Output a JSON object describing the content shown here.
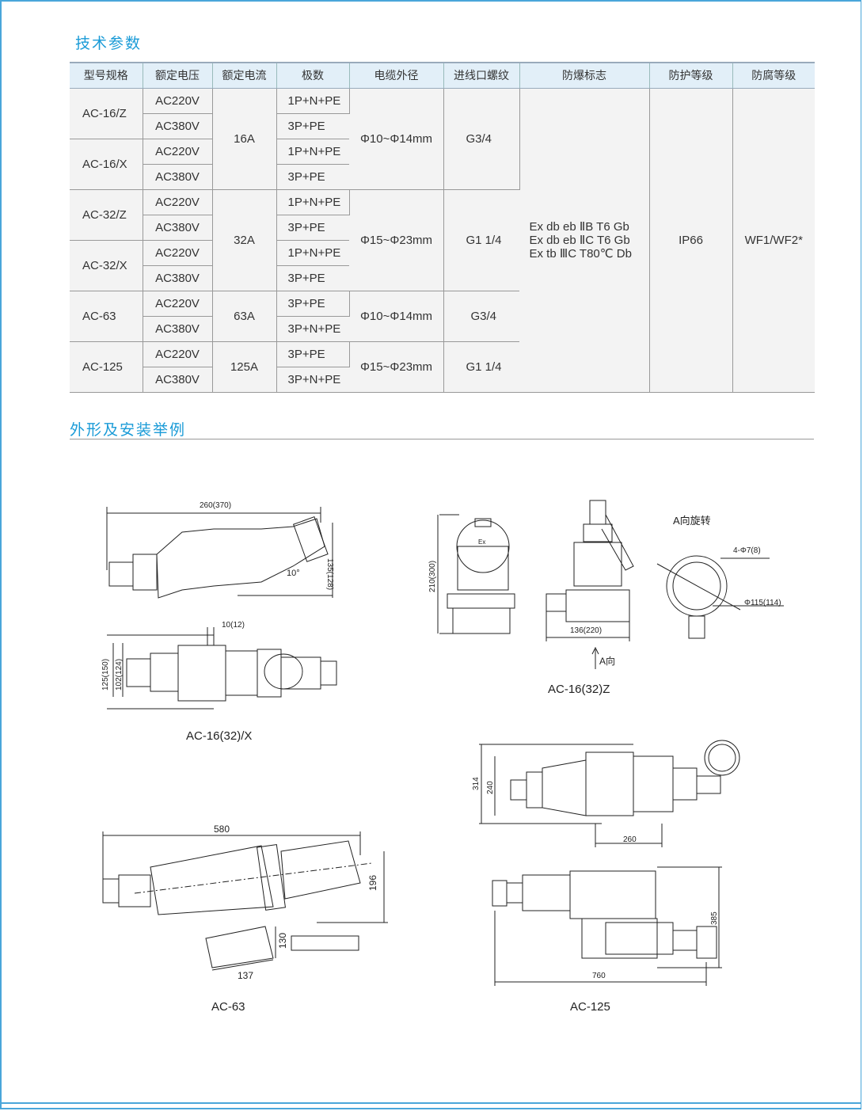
{
  "sections": {
    "specs": "技术参数",
    "outline": "外形及安装举例"
  },
  "table": {
    "headers": [
      "型号规格",
      "额定电压",
      "额定电流",
      "极数",
      "电缆外径",
      "进线口螺纹",
      "防爆标志",
      "防护等级",
      "防腐等级"
    ],
    "models": [
      "AC-16/Z",
      "AC-16/X",
      "AC-32/Z",
      "AC-32/X",
      "AC-63",
      "AC-125"
    ],
    "voltages": [
      "AC220V",
      "AC380V",
      "AC220V",
      "AC380V",
      "AC220V",
      "AC380V",
      "AC220V",
      "AC380V",
      "AC220V",
      "AC380V",
      "AC220V",
      "AC380V"
    ],
    "poles": [
      "1P+N+PE",
      "3P+PE",
      "1P+N+PE",
      "3P+PE",
      "1P+N+PE",
      "3P+PE",
      "1P+N+PE",
      "3P+PE",
      "3P+PE",
      "3P+N+PE",
      "3P+PE",
      "3P+N+PE"
    ],
    "currents": [
      "16A",
      "32A",
      "63A",
      "125A"
    ],
    "cables": [
      "Φ10~Φ14mm",
      "Φ15~Φ23mm",
      "Φ10~Φ14mm",
      "Φ15~Φ23mm"
    ],
    "threads": [
      "G3/4",
      "G1 1/4",
      "G3/4",
      "G1 1/4"
    ],
    "ex_marks": [
      "Ex db eb ⅡB T6 Gb",
      "Ex db eb ⅡC T6 Gb",
      "Ex tb ⅢC T80℃ Db"
    ],
    "ip": "IP66",
    "anticorrosion": "WF1/WF2*"
  },
  "drawings": {
    "x": {
      "caption": "AC-16(32)/X",
      "dims": [
        "260(370)",
        "135(128)",
        "10°",
        "10(12)",
        "125(150)",
        "102(124)"
      ]
    },
    "z": {
      "caption": "AC-16(32)Z",
      "dims": [
        "210(300)",
        "136(220)",
        "A向",
        "A向旋转",
        "4-Φ7(8)",
        "Φ115(114)",
        "Ex"
      ]
    },
    "ac63": {
      "caption": "AC-63",
      "dims": [
        "580",
        "196",
        "130",
        "137"
      ]
    },
    "ac125": {
      "caption": "AC-125",
      "dims": [
        "314",
        "240",
        "260",
        "385",
        "760"
      ]
    }
  }
}
